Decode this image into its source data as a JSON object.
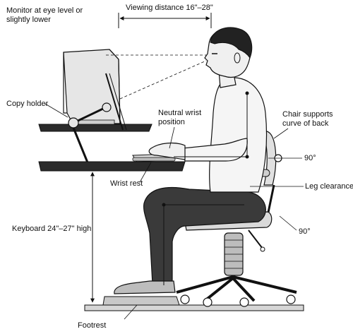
{
  "labels": {
    "monitor": "Monitor at eye level or slightly lower",
    "viewing_distance": "Viewing distance 16\"–28\"",
    "copy_holder": "Copy holder",
    "neutral_wrist": "Neutral wrist position",
    "chair_supports": "Chair supports curve of back",
    "angle_elbow": "90°",
    "wrist_rest": "Wrist rest",
    "leg_clearance": "Leg clearance",
    "keyboard_height": "Keyboard 24\"–27\" high",
    "angle_knee": "90°",
    "footrest": "Footrest"
  },
  "colors": {
    "ink": "#111111",
    "skin": "#f0f0f0",
    "shirt": "#f5f5f5",
    "trousers": "#3a3a3a",
    "hair": "#222222",
    "wood": "#2b2b2b",
    "monitor": "#e6e6e6",
    "footrest": "#c8c8c8"
  }
}
